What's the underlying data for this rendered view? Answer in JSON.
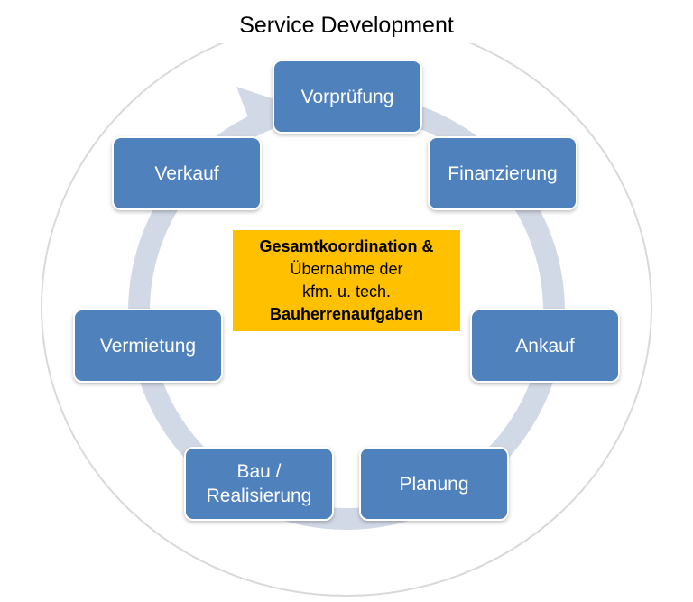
{
  "title": "Service Development",
  "colors": {
    "stage_fill": "#4f81bd",
    "stage_text": "#ffffff",
    "cycle_arrow": "#d2d9e6",
    "outer_circle": "#d9d9d9",
    "center_fill": "#ffc000"
  },
  "stages": [
    {
      "id": "vorpruefung",
      "label": "Vorprüfung"
    },
    {
      "id": "finanzierung",
      "label": "Finanzierung"
    },
    {
      "id": "ankauf",
      "label": "Ankauf"
    },
    {
      "id": "planung",
      "label": "Planung"
    },
    {
      "id": "bau",
      "label": "Bau /\nRealisierung"
    },
    {
      "id": "vermietung",
      "label": "Vermietung"
    },
    {
      "id": "verkauf",
      "label": "Verkauf"
    }
  ],
  "center": {
    "line1": "Gesamtkoordination &",
    "line2": "Übernahme der",
    "line3": "kfm. u. tech.",
    "line4": "Bauherrenaufgaben"
  }
}
